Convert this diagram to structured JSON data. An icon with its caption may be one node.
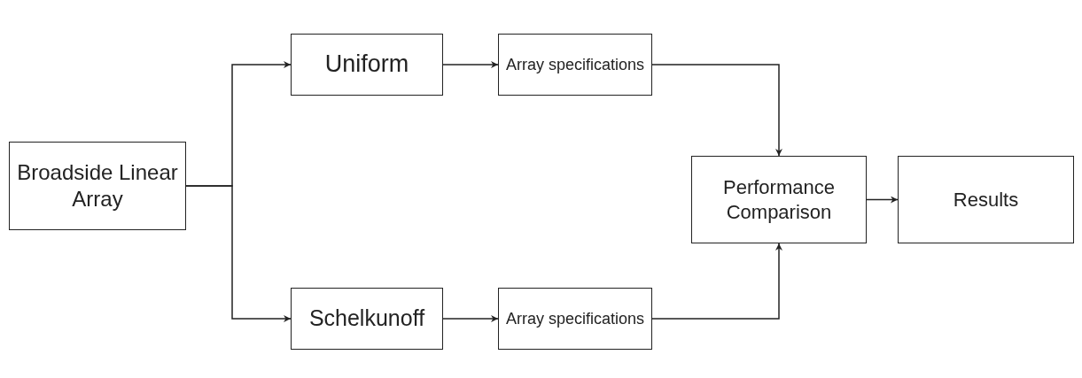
{
  "diagram": {
    "nodes": [
      {
        "text": [
          "Broadside Linear Array"
        ]
      },
      {
        "text": [
          "Uniform"
        ]
      },
      {
        "text": [
          "Array specifications"
        ]
      },
      {
        "text": [
          "Schelkunoff"
        ]
      },
      {
        "text": [
          "Array specifications"
        ]
      },
      {
        "text": [
          "Performance Comparison"
        ]
      },
      {
        "text": [
          "Results"
        ]
      }
    ],
    "edges": [
      {
        "from": 0,
        "to": 1,
        "arrow": "to"
      },
      {
        "from": 0,
        "to": 3,
        "arrow": "to"
      },
      {
        "from": 1,
        "to": 2,
        "arrow": "to"
      },
      {
        "from": 3,
        "to": 4,
        "arrow": "to"
      },
      {
        "from": 2,
        "to": 5,
        "arrow": "to"
      },
      {
        "from": 4,
        "to": 5,
        "arrow": "to"
      },
      {
        "from": 5,
        "to": 6,
        "arrow": "to"
      }
    ]
  }
}
